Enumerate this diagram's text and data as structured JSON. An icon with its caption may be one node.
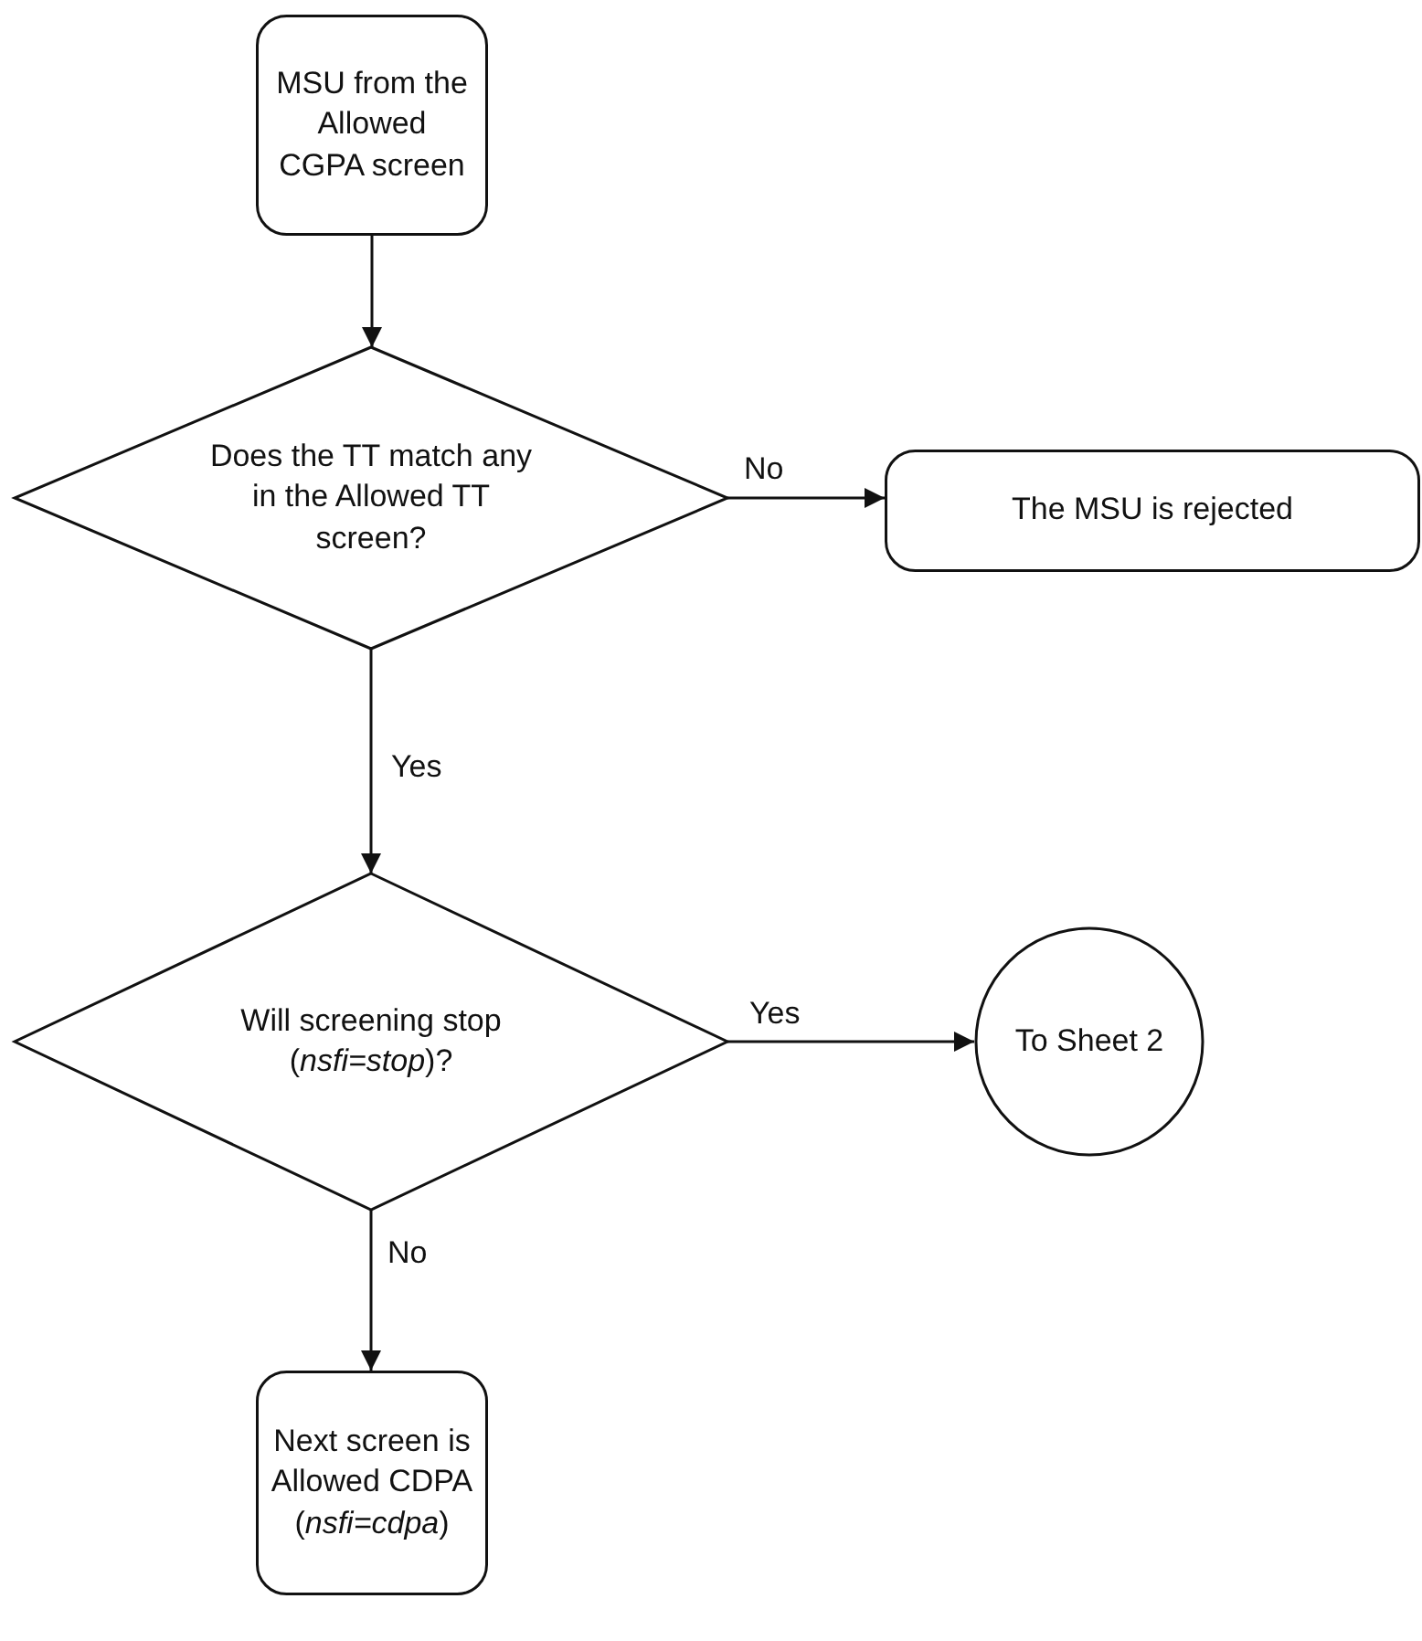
{
  "diagram": {
    "nodes": [
      {
        "text": [
          "MSU from the Allowed CGPA screen"
        ]
      },
      {
        "text": [
          "Does the TT match any in the Allowed TT screen?"
        ]
      },
      {
        "text": [
          "The MSU is rejected"
        ]
      },
      {
        "text": [
          "Will screening stop (*nsfi=stop*)?"
        ]
      },
      {
        "text": [
          "To Sheet 2"
        ]
      },
      {
        "text": [
          "Next screen is Allowed CDPA (*nsfi=cdpa*)"
        ]
      }
    ],
    "edges": [
      {
        "from": 0,
        "to": 1,
        "arrow": "to"
      },
      {
        "from": 1,
        "to": 2,
        "arrow": "to",
        "label": "No"
      },
      {
        "from": 1,
        "to": 3,
        "arrow": "to",
        "label": "Yes"
      },
      {
        "from": 3,
        "to": 4,
        "arrow": "to",
        "label": "Yes"
      },
      {
        "from": 3,
        "to": 5,
        "arrow": "to",
        "label": "No"
      }
    ]
  }
}
